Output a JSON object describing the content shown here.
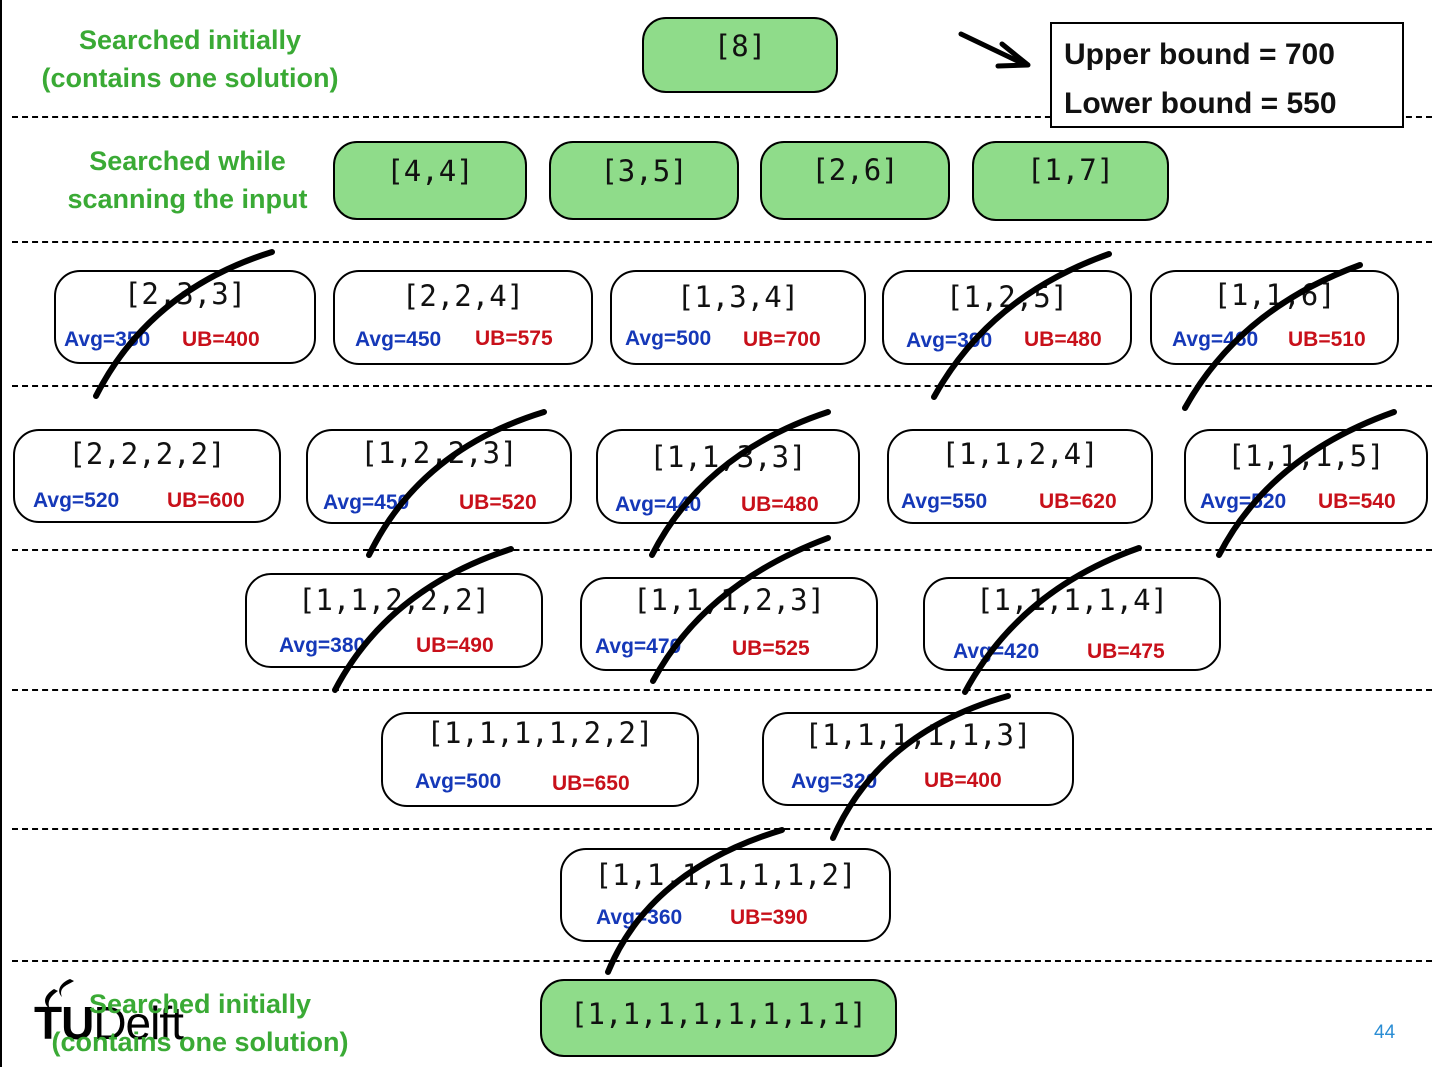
{
  "bounds": {
    "upper": "Upper bound = 700",
    "lower": "Lower bound = 550"
  },
  "level_labels": {
    "top": [
      "Searched initially",
      "(contains one solution)"
    ],
    "scan": [
      "Searched while",
      "scanning the input"
    ],
    "bottom": [
      "Searched initially",
      "(contains one solution)"
    ]
  },
  "levels": [
    [
      {
        "label": "[8]",
        "green": true
      }
    ],
    [
      {
        "label": "[4,4]",
        "green": true
      },
      {
        "label": "[3,5]",
        "green": true
      },
      {
        "label": "[2,6]",
        "green": true
      },
      {
        "label": "[1,7]",
        "green": true
      }
    ],
    [
      {
        "label": "[2,3,3]",
        "avg": "Avg=350",
        "ub": "UB=400",
        "pruned": true
      },
      {
        "label": "[2,2,4]",
        "avg": "Avg=450",
        "ub": "UB=575",
        "pruned": false
      },
      {
        "label": "[1,3,4]",
        "avg": "Avg=500",
        "ub": "UB=700",
        "pruned": false
      },
      {
        "label": "[1,2,5]",
        "avg": "Avg=390",
        "ub": "UB=480",
        "pruned": true
      },
      {
        "label": "[1,1,6]",
        "avg": "Avg=460",
        "ub": "UB=510",
        "pruned": true
      }
    ],
    [
      {
        "label": "[2,2,2,2]",
        "avg": "Avg=520",
        "ub": "UB=600",
        "pruned": false
      },
      {
        "label": "[1,2,2,3]",
        "avg": "Avg=450",
        "ub": "UB=520",
        "pruned": true
      },
      {
        "label": "[1,1,3,3]",
        "avg": "Avg=440",
        "ub": "UB=480",
        "pruned": true
      },
      {
        "label": "[1,1,2,4]",
        "avg": "Avg=550",
        "ub": "UB=620",
        "pruned": false
      },
      {
        "label": "[1,1,1,5]",
        "avg": "Avg=520",
        "ub": "UB=540",
        "pruned": true
      }
    ],
    [
      {
        "label": "[1,1,2,2,2]",
        "avg": "Avg=380",
        "ub": "UB=490",
        "pruned": true
      },
      {
        "label": "[1,1,1,2,3]",
        "avg": "Avg=470",
        "ub": "UB=525",
        "pruned": true
      },
      {
        "label": "[1,1,1,1,4]",
        "avg": "Avg=420",
        "ub": "UB=475",
        "pruned": true
      }
    ],
    [
      {
        "label": "[1,1,1,1,2,2]",
        "avg": "Avg=500",
        "ub": "UB=650",
        "pruned": false
      },
      {
        "label": "[1,1,1,1,1,3]",
        "avg": "Avg=320",
        "ub": "UB=400",
        "pruned": true
      }
    ],
    [
      {
        "label": "[1,1,1,1,1,1,2]",
        "avg": "Avg=360",
        "ub": "UB=390",
        "pruned": true
      }
    ],
    [
      {
        "label": "[1,1,1,1,1,1,1,1]",
        "green": true
      }
    ]
  ],
  "logo": {
    "text_bold": "TU",
    "text_regular": "Delft"
  },
  "page_number": "44",
  "colors": {
    "node_green": "#8fdc8a",
    "label_green": "#3aaa35",
    "avg_blue": "#1538b8",
    "ub_red": "#c8101a",
    "page_number_blue": "#2a8dd4"
  }
}
